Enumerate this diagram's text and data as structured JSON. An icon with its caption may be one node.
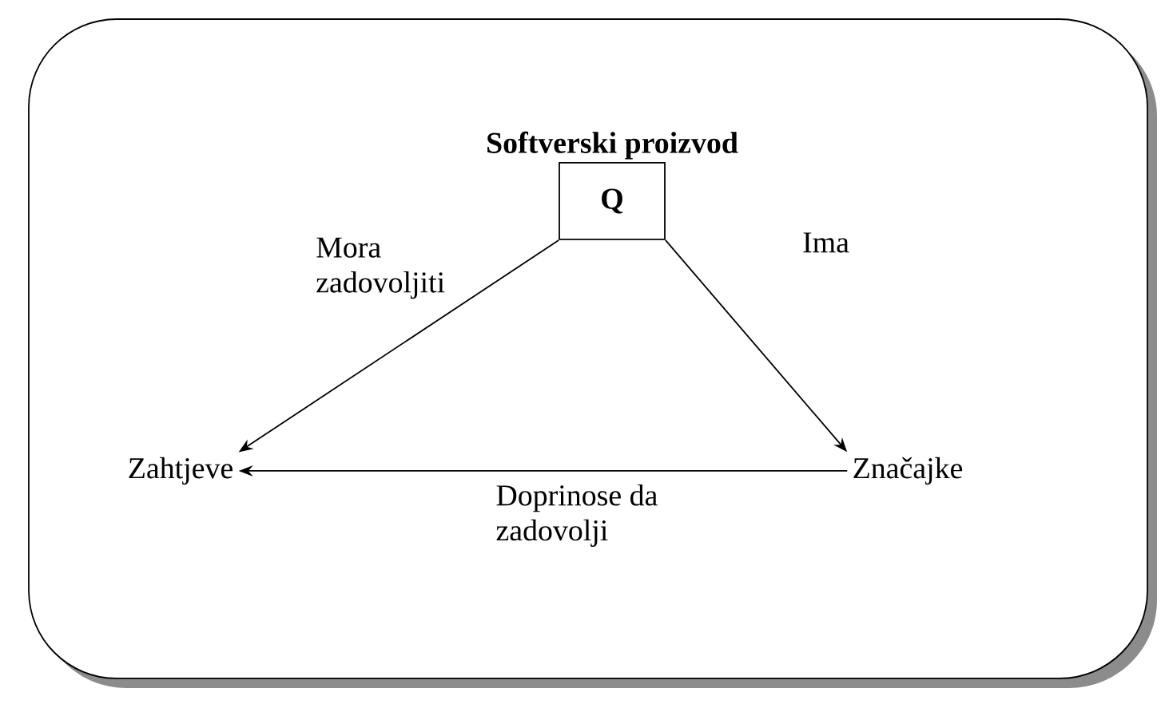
{
  "diagram": {
    "nodes": [
      {
        "text": [
          "Softverski proizvod",
          "Q"
        ]
      },
      {
        "text": [
          "Zahtjeve"
        ]
      },
      {
        "text": [
          "Značajke"
        ]
      }
    ],
    "edges": [
      {
        "from": 0,
        "to": 1,
        "arrow": "to",
        "label": "Mora zadovoljiti"
      },
      {
        "from": 0,
        "to": 2,
        "arrow": "to",
        "label": "Ima"
      },
      {
        "from": 2,
        "to": 1,
        "arrow": "to",
        "label": "Doprinose da zadovolji"
      }
    ]
  }
}
